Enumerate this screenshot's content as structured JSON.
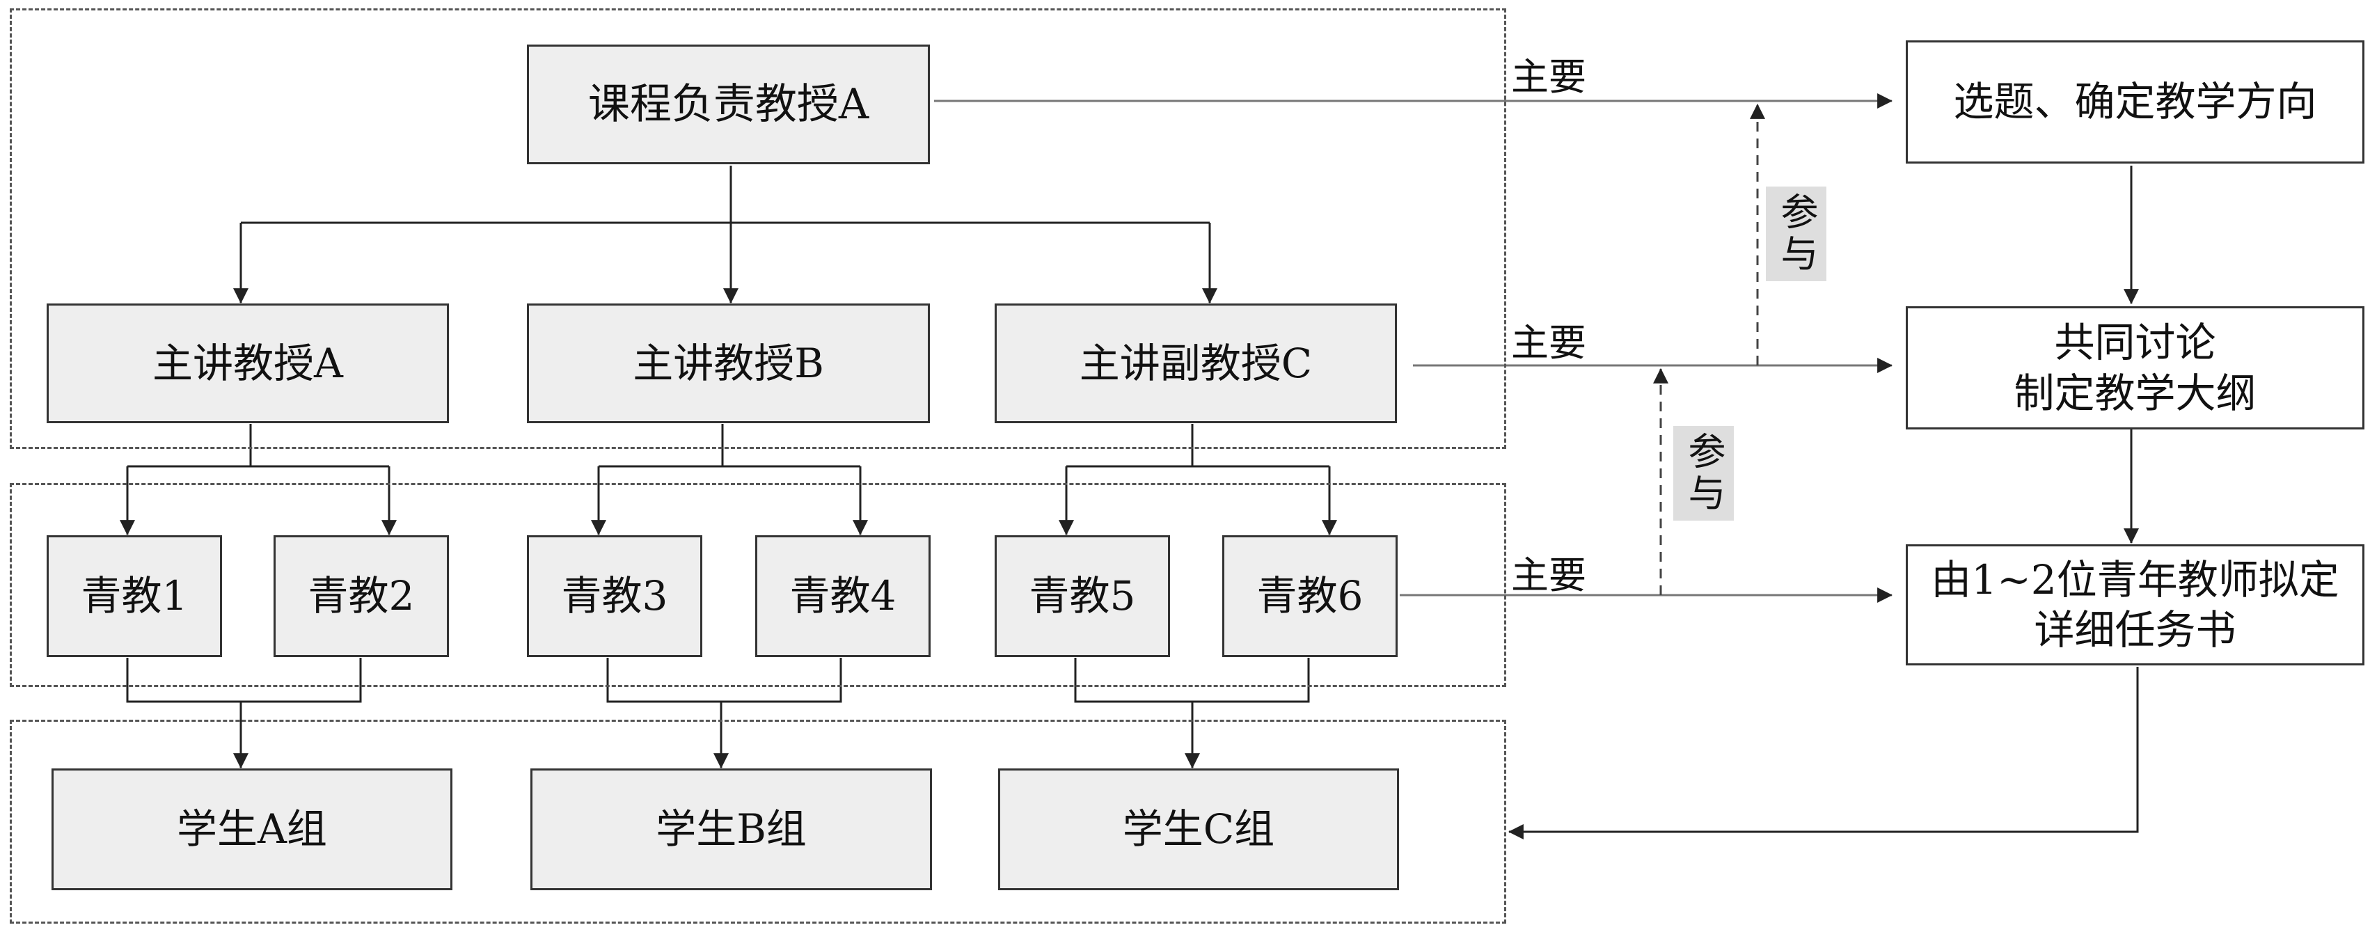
{
  "org": {
    "head": "课程负责教授A",
    "lecturers": [
      "主讲教授A",
      "主讲教授B",
      "主讲副教授C"
    ],
    "young_teachers": [
      "青教1",
      "青教2",
      "青教3",
      "青教4",
      "青教5",
      "青教6"
    ],
    "student_groups": [
      "学生A组",
      "学生B组",
      "学生C组"
    ]
  },
  "process": {
    "step1": "选题、确定教学方向",
    "step2_line1": "共同讨论",
    "step2_line2": "制定教学大纲",
    "step3_line1": "由1~2位青年教师拟定",
    "step3_line2": "详细任务书"
  },
  "labels": {
    "main_role": "主要",
    "participate": "参与"
  }
}
